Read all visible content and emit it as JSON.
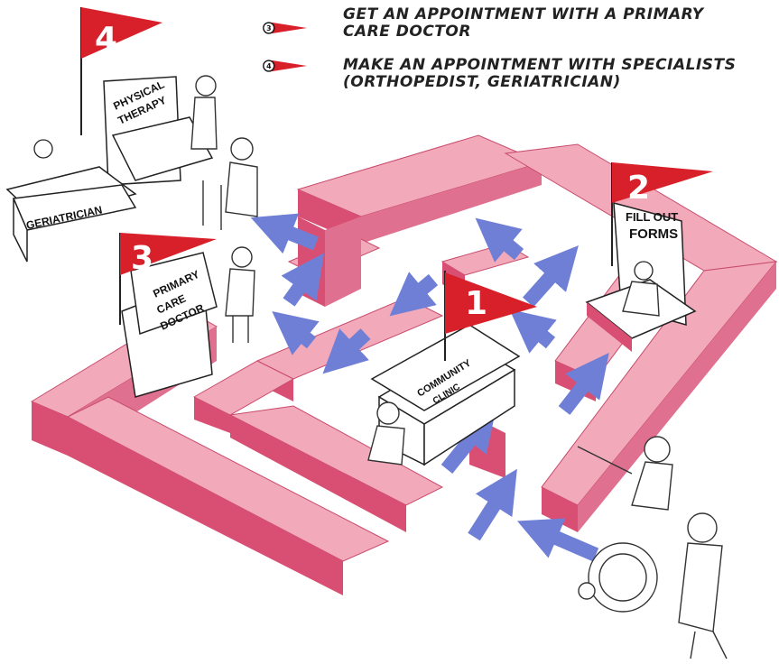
{
  "legend": {
    "steps": [
      {
        "number": "3",
        "text_line1": "Get an appointment with a primary",
        "text_line2": "care doctor"
      },
      {
        "number": "4",
        "text_line1": "Make an appointment with specialists",
        "text_line2": "(orthopedist, geriatrician)"
      }
    ]
  },
  "flags": {
    "step1": "1",
    "step2": "2",
    "step3": "3",
    "step4": "4"
  },
  "signs": {
    "community_clinic_line1": "COMMUNITY",
    "community_clinic_line2": "CLINIC",
    "fill_out_forms_line1": "FILL OUT",
    "fill_out_forms_line2": "FORMS",
    "primary_care_line1": "PRIMARY",
    "primary_care_line2": "CARE",
    "primary_care_line3": "DOCTOR",
    "physical_therapy_line1": "PHYSICAL",
    "physical_therapy_line2": "THERAPY",
    "geriatrician": "GERIATRICIAN"
  },
  "colors": {
    "maze_top": "#f2a9ba",
    "maze_side": "#d94f73",
    "flag_red": "#d8202a",
    "arrow_blue": "#6f7fd6",
    "ink": "#222222"
  }
}
